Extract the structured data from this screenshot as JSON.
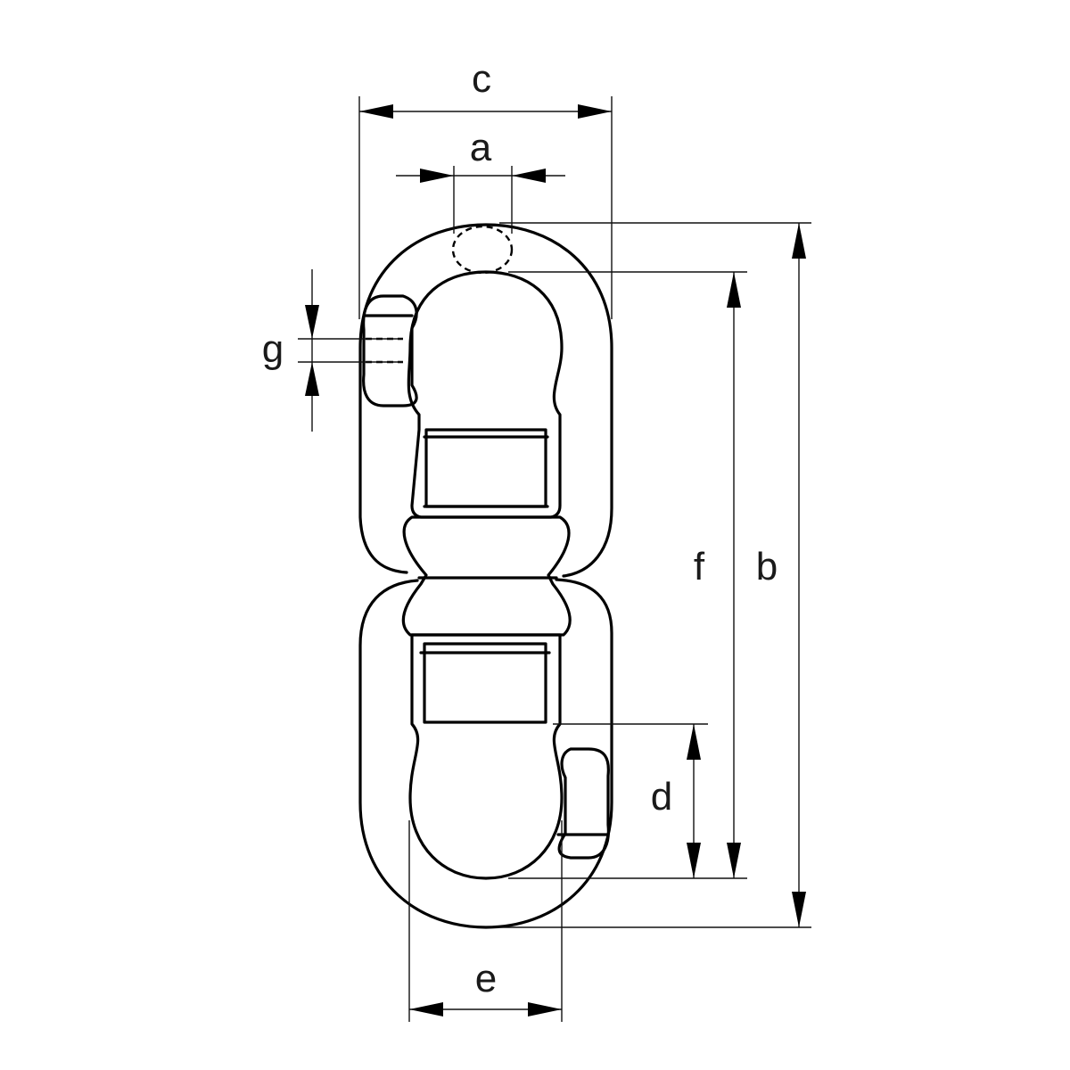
{
  "diagram": {
    "dimension_labels": {
      "a": "a",
      "b": "b",
      "c": "c",
      "d": "d",
      "e": "e",
      "f": "f",
      "g": "g"
    }
  }
}
